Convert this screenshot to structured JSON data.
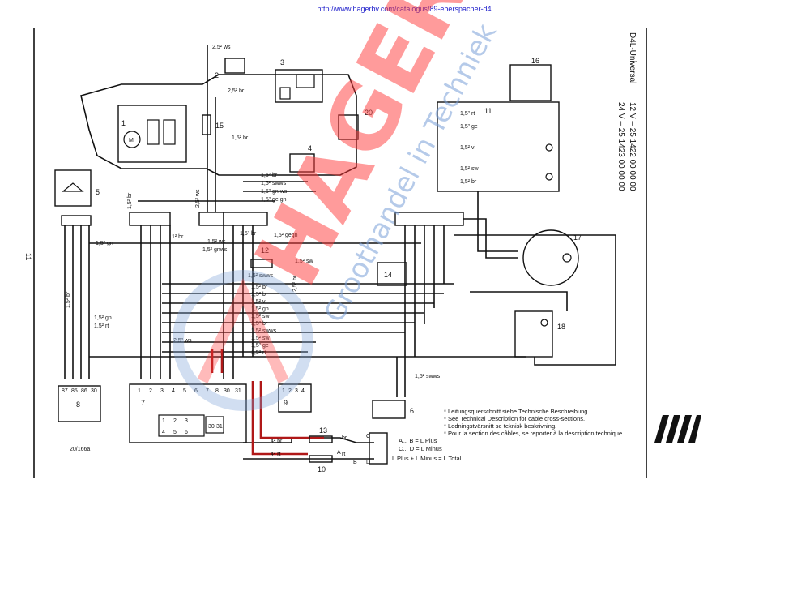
{
  "url": "http://www.hagerbv.com/catalogus/89-eberspacher-d4l",
  "page_number": "11",
  "title": "D4L-Universal",
  "variants": [
    "12 V – 25 1422 00 00 00",
    "24 V – 25 1423 00 00 00"
  ],
  "drawing_number": "20/166a",
  "watermark": {
    "brand": "HAGER",
    "tagline": "Groothandel in Techniek",
    "brand_color": "#ff3a3a",
    "tagline_color": "#7aa0d8"
  },
  "components": [
    "1",
    "2",
    "3",
    "4",
    "5",
    "6",
    "7",
    "8",
    "9",
    "10",
    "11",
    "12",
    "13",
    "14",
    "15",
    "16",
    "17",
    "18",
    "20"
  ],
  "wire_labels": {
    "ws25": "2,5² ws",
    "br25": "2,5² br",
    "br15a": "1,5² br",
    "br15b": "1,5² br",
    "swws15a": "1,5² swws",
    "gnws15": "1,5² gn ws",
    "gegn15": "1,5² ge gn",
    "ws25v": "2,5² ws",
    "gn15": "1,5² gn",
    "br1": "1² br",
    "ws15": "1,5² ws",
    "gnws15b": "1,5² gnws",
    "br15c": "1,5² br",
    "gegn15b": "1,5² gegn",
    "br25v": "2,5² br",
    "swws15b": "1,5² swws",
    "sw15a": "1,5² sw",
    "rt15": "1,5² rt",
    "ge15": "1,5² ge",
    "vi15": "1,5² vi",
    "sw15": "1,5² sw",
    "brT": "1,5² br",
    "rt15b": "1,5² rt",
    "gn15b": "1,5² gn",
    "br15v": "1,5² br",
    "ws25c": "2,5² ws",
    "br4": "4² br",
    "rt4": "4² rt",
    "br": "br",
    "rt": "rt",
    "swwsR": "1,5² swws"
  },
  "bundle_labels": [
    "1,5² br",
    "1,5² br",
    "1,5² vi",
    "1,5² gn",
    "1,5² sw",
    "1,5² br",
    "1,5² swws",
    "1,5² sw",
    "1,5² ge",
    "1,5² rt"
  ],
  "relay_pins": [
    "87",
    "85",
    "86",
    "30"
  ],
  "connector7_pins": [
    "1",
    "2",
    "3",
    "4",
    "5",
    "6",
    "7",
    "8",
    "30",
    "31"
  ],
  "connector9_pins": [
    "1",
    "2",
    "3",
    "4"
  ],
  "connector7_inner": [
    "1",
    "2",
    "3",
    "4",
    "5",
    "6",
    "30",
    "31"
  ],
  "battery_labels": {
    "c": "C",
    "d": "D",
    "a": "A",
    "b": "B"
  },
  "legend_lines": [
    "A... B = L Plus",
    "C... D = L Minus",
    "L Plus + L Minus = L Total"
  ],
  "notes": [
    "* Leitungsquerschnitt siehe Technische Beschreibung.",
    "* See Technical Description for cable cross-sections.",
    "* Ledningstvärsnitt se teknisk beskrivning.",
    "* Pour la section des câbles, se reporter à la description technique."
  ],
  "logo": "Eberspächer"
}
